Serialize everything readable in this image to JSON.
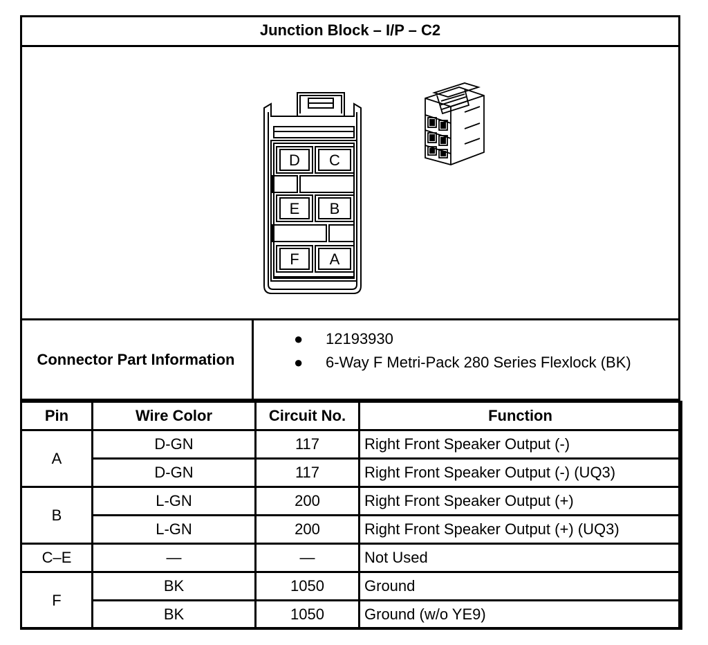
{
  "title": "Junction Block – I/P – C2",
  "connector_face": {
    "cavity_labels": [
      "D",
      "C",
      "E",
      "B",
      "F",
      "A"
    ]
  },
  "connector_info": {
    "label": "Connector Part Information",
    "items": [
      "12193930",
      "6-Way F Metri-Pack 280 Series Flexlock (BK)"
    ]
  },
  "table": {
    "headers": {
      "pin": "Pin",
      "wire_color": "Wire Color",
      "circuit": "Circuit No.",
      "function": "Function"
    },
    "groups": [
      {
        "pin": "A",
        "rows": [
          {
            "wire_color": "D-GN",
            "circuit": "117",
            "function": "Right Front Speaker Output (-)"
          },
          {
            "wire_color": "D-GN",
            "circuit": "117",
            "function": "Right Front Speaker Output (-) (UQ3)"
          }
        ]
      },
      {
        "pin": "B",
        "rows": [
          {
            "wire_color": "L-GN",
            "circuit": "200",
            "function": "Right Front Speaker Output (+)"
          },
          {
            "wire_color": "L-GN",
            "circuit": "200",
            "function": "Right Front Speaker Output (+) (UQ3)"
          }
        ]
      },
      {
        "pin": "C–E",
        "rows": [
          {
            "wire_color": "—",
            "circuit": "—",
            "function": "Not Used"
          }
        ]
      },
      {
        "pin": "F",
        "rows": [
          {
            "wire_color": "BK",
            "circuit": "1050",
            "function": "Ground"
          },
          {
            "wire_color": "BK",
            "circuit": "1050",
            "function": "Ground (w/o YE9)"
          }
        ]
      }
    ]
  }
}
